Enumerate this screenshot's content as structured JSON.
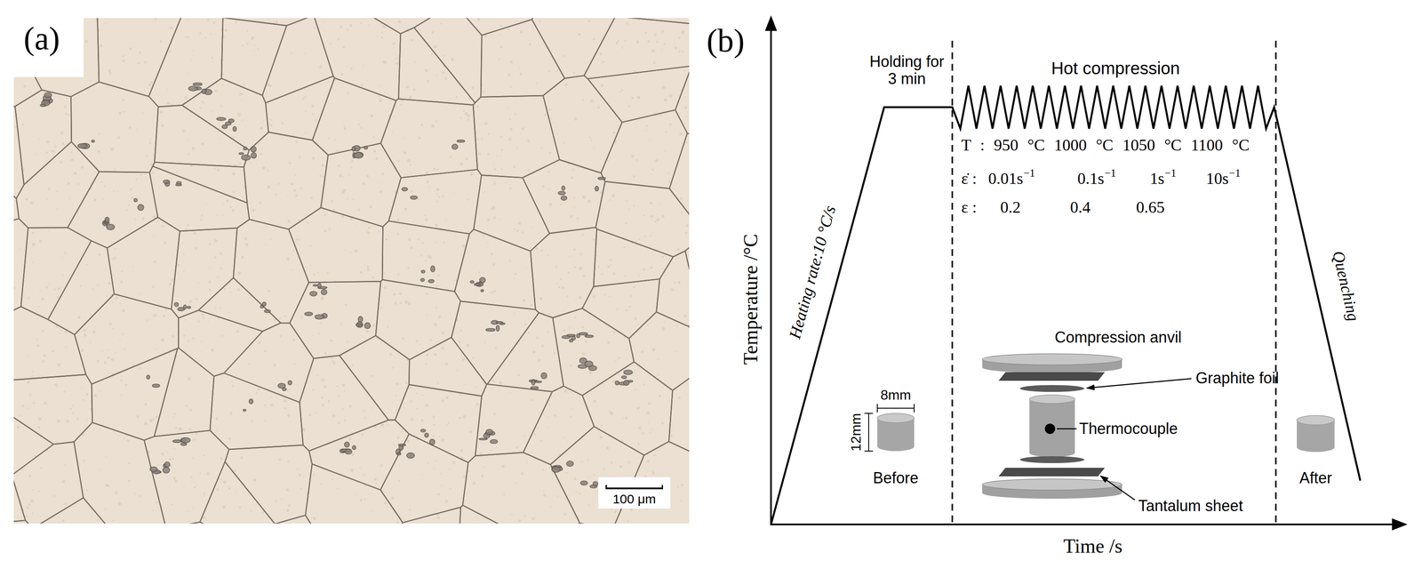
{
  "diagram": {
    "nodes": [
      {
        "text": [
          "(a)"
        ]
      },
      {
        "text": [
          "100 μm"
        ]
      }
    ],
    "labels": [
      "Holding for 3 min",
      "Hot compression",
      "T : 950 °C 1000 °C 1050 °C 1100 °C",
      "ε̇ :",
      "0.01s",
      "−1",
      "0.1s",
      "−1",
      "1s",
      "−1",
      "10s",
      "−1",
      "ε :",
      "0.2",
      "0.4",
      "0.65",
      "Heating rate:10 °C/s",
      "Quenching",
      "Temperature /°C",
      "Time /s",
      "(b)",
      "8mm",
      "12mm",
      "Before",
      "Compression anvil",
      "Graphite foil",
      "Thermocouple",
      "Tantalum sheet",
      "After"
    ]
  }
}
